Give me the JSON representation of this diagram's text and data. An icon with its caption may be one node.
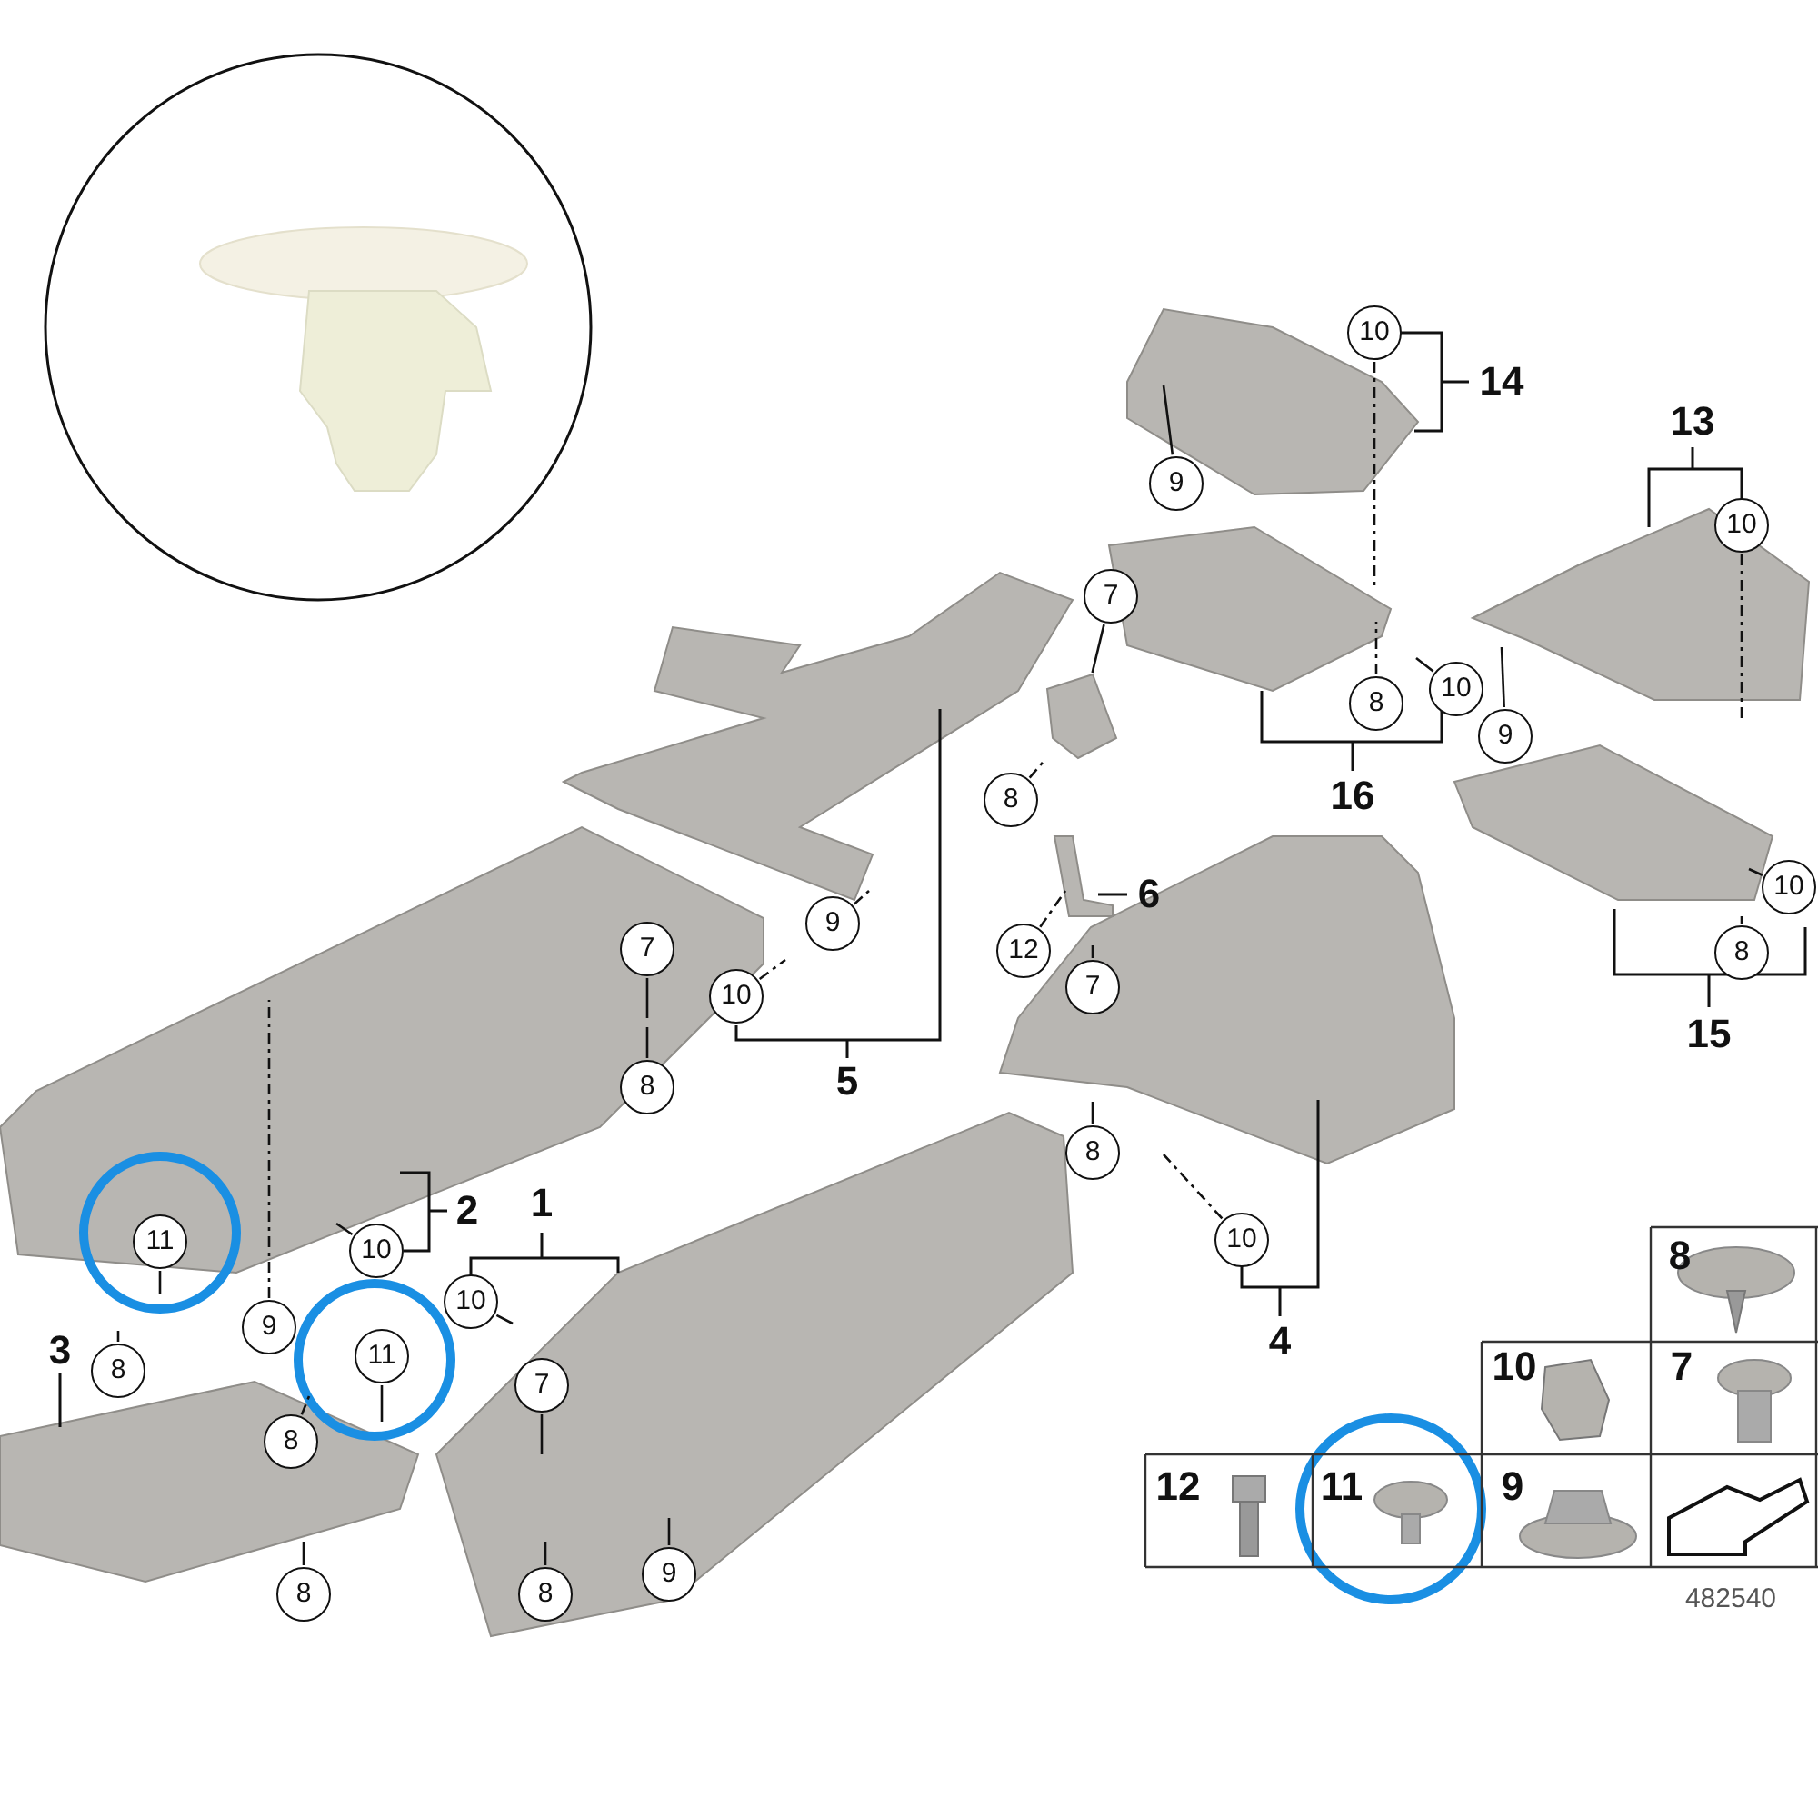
{
  "diagram": {
    "nodes": [
      {
        "text": [
          "10"
        ]
      },
      {
        "text": [
          "9"
        ]
      },
      {
        "text": [
          "10"
        ]
      },
      {
        "text": [
          "7"
        ]
      },
      {
        "text": [
          "10"
        ]
      },
      {
        "text": [
          "8"
        ]
      },
      {
        "text": [
          "9"
        ]
      },
      {
        "text": [
          "8"
        ]
      },
      {
        "text": [
          "9"
        ]
      },
      {
        "text": [
          "10"
        ]
      },
      {
        "text": [
          "7"
        ]
      },
      {
        "text": [
          "12"
        ]
      },
      {
        "text": [
          "7"
        ]
      },
      {
        "text": [
          "10"
        ]
      },
      {
        "text": [
          "8"
        ]
      },
      {
        "text": [
          "8"
        ]
      },
      {
        "text": [
          "8"
        ]
      },
      {
        "text": [
          "10"
        ]
      },
      {
        "text": [
          "10"
        ]
      },
      {
        "text": [
          "11"
        ]
      },
      {
        "text": [
          "10"
        ]
      },
      {
        "text": [
          "9"
        ]
      },
      {
        "text": [
          "8"
        ]
      },
      {
        "text": [
          "11"
        ]
      },
      {
        "text": [
          "7"
        ]
      },
      {
        "text": [
          "8"
        ]
      },
      {
        "text": [
          "8"
        ]
      },
      {
        "text": [
          "8"
        ]
      },
      {
        "text": [
          "9"
        ]
      },
      {
        "text": [],
        "shape": "picture"
      }
    ],
    "edges": [
      {
        "from": 0,
        "to": null,
        "arrow": "none",
        "style": "dashed"
      },
      {
        "from": 1,
        "to": null,
        "arrow": "none"
      },
      {
        "from": 2,
        "to": null,
        "arrow": "none",
        "style": "dashed"
      },
      {
        "from": 3,
        "to": 29,
        "arrow": "none"
      },
      {
        "from": 4,
        "to": null,
        "arrow": "none"
      },
      {
        "from": 5,
        "to": null,
        "arrow": "none",
        "style": "dashed"
      },
      {
        "from": 6,
        "to": null,
        "arrow": "none"
      },
      {
        "from": 7,
        "to": 29,
        "arrow": "none",
        "style": "dashed"
      },
      {
        "from": 8,
        "to": null,
        "arrow": "none",
        "style": "dashed"
      },
      {
        "from": 9,
        "to": null,
        "arrow": "none",
        "style": "dashed"
      },
      {
        "from": 10,
        "to": null,
        "arrow": "none"
      },
      {
        "from": 11,
        "to": null,
        "arrow": "none",
        "style": "dashed"
      },
      {
        "from": 12,
        "to": null,
        "arrow": "none"
      },
      {
        "from": 13,
        "to": null,
        "arrow": "none"
      },
      {
        "from": 14,
        "to": null,
        "arrow": "none"
      },
      {
        "from": 15,
        "to": null,
        "arrow": "none"
      },
      {
        "from": 16,
        "to": null,
        "arrow": "none"
      },
      {
        "from": 17,
        "to": null,
        "arrow": "none"
      },
      {
        "from": 18,
        "to": null,
        "arrow": "none",
        "style": "dashed"
      },
      {
        "from": 19,
        "to": null,
        "arrow": "none"
      },
      {
        "from": 20,
        "to": null,
        "arrow": "none"
      },
      {
        "from": 21,
        "to": null,
        "arrow": "none",
        "style": "dashed"
      },
      {
        "from": 22,
        "to": null,
        "arrow": "none"
      },
      {
        "from": 23,
        "to": null,
        "arrow": "none"
      },
      {
        "from": 24,
        "to": null,
        "arrow": "none"
      },
      {
        "from": 25,
        "to": null,
        "arrow": "none",
        "style": "dashed"
      },
      {
        "from": 26,
        "to": null,
        "arrow": "none"
      },
      {
        "from": 27,
        "to": null,
        "arrow": "none"
      },
      {
        "from": 28,
        "to": null,
        "arrow": "none"
      }
    ],
    "labels": [
      "14",
      "13",
      "16",
      "6",
      "15",
      "5",
      "2",
      "1",
      "8",
      "3",
      "4",
      "10",
      "7",
      "12",
      "11",
      "9",
      "482540"
    ]
  }
}
